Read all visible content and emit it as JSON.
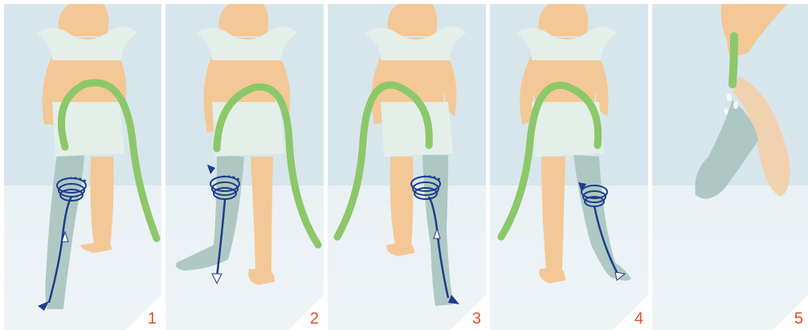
{
  "panels": [
    {
      "number": "1"
    },
    {
      "number": "2"
    },
    {
      "number": "3"
    },
    {
      "number": "4"
    },
    {
      "number": "5"
    }
  ],
  "colors": {
    "background_wall": "#d7e6ec",
    "background_floor": "#eef4f6",
    "skin": "#f3c896",
    "garment": "#e3efe8",
    "hose": "#8cc86a",
    "motion_arrows": "#1d3c8c",
    "step_number": "#e0502a"
  },
  "icons": [
    "hose-icon",
    "circular-motion-arrow-icon",
    "direction-arrow-icon"
  ]
}
